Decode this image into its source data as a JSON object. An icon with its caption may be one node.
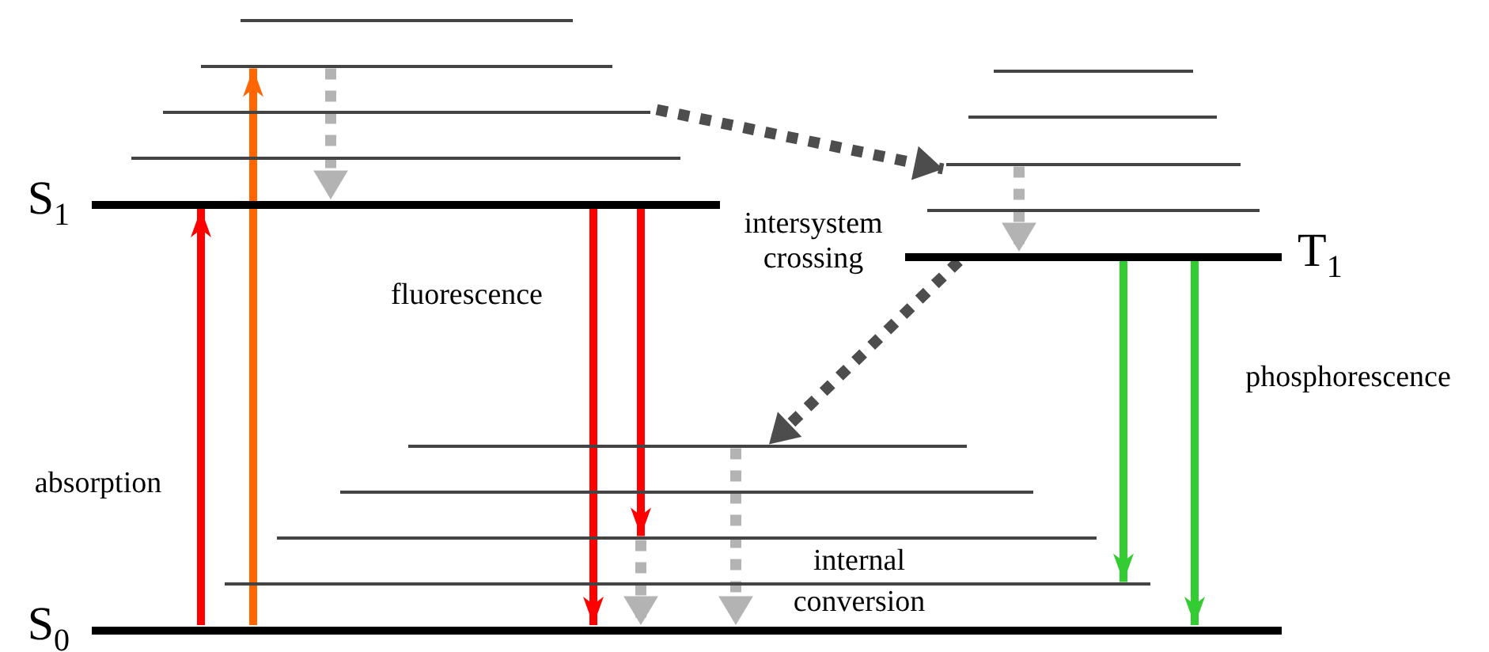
{
  "diagram": {
    "nodes": [
      {
        "text": [],
        "shape": "bar"
      },
      {
        "text": [],
        "shape": "bar"
      },
      {
        "text": [],
        "shape": "bar"
      },
      {
        "text": [],
        "shape": "bar"
      },
      {
        "text": [
          "S$_{1}$"
        ]
      },
      {
        "text": [],
        "shape": "bar"
      },
      {
        "text": [],
        "shape": "bar"
      },
      {
        "text": [],
        "shape": "bar"
      },
      {
        "text": [],
        "shape": "bar"
      },
      {
        "text": [
          "T$_{1}$"
        ]
      },
      {
        "text": [],
        "shape": "bar"
      },
      {
        "text": [],
        "shape": "bar"
      },
      {
        "text": [],
        "shape": "bar"
      },
      {
        "text": [],
        "shape": "bar"
      },
      {
        "text": [
          "S$_{0}$"
        ]
      }
    ],
    "edges": [
      {
        "from": 14,
        "to": 4,
        "arrow": "to",
        "color": "#ff0000"
      },
      {
        "from": 14,
        "to": 1,
        "arrow": "to",
        "color": "#ff6600"
      },
      {
        "from": 1,
        "to": 4,
        "arrow": "to",
        "style": "dashed"
      },
      {
        "from": 4,
        "to": 14,
        "arrow": "to",
        "color": "#ff0000"
      },
      {
        "from": 4,
        "to": 12,
        "arrow": "to",
        "color": "#ff0000"
      },
      {
        "from": 12,
        "to": 14,
        "arrow": "to",
        "style": "dashed"
      },
      {
        "from": 10,
        "to": 14,
        "arrow": "to",
        "style": "dashed"
      },
      {
        "from": 2,
        "to": 7,
        "arrow": "to",
        "style": "dashed",
        "color": "#4d4d4d"
      },
      {
        "from": 7,
        "to": 9,
        "arrow": "to",
        "style": "dashed"
      },
      {
        "from": 9,
        "to": 10,
        "arrow": "to",
        "style": "dashed",
        "color": "#4d4d4d"
      },
      {
        "from": 9,
        "to": 13,
        "arrow": "to",
        "color": "#33cc33"
      },
      {
        "from": 9,
        "to": 14,
        "arrow": "to",
        "color": "#33cc33"
      }
    ],
    "labels": [
      "fluorescence",
      "intersystem crossing",
      "phosphorescence",
      "absorption",
      "internal conversion"
    ]
  }
}
